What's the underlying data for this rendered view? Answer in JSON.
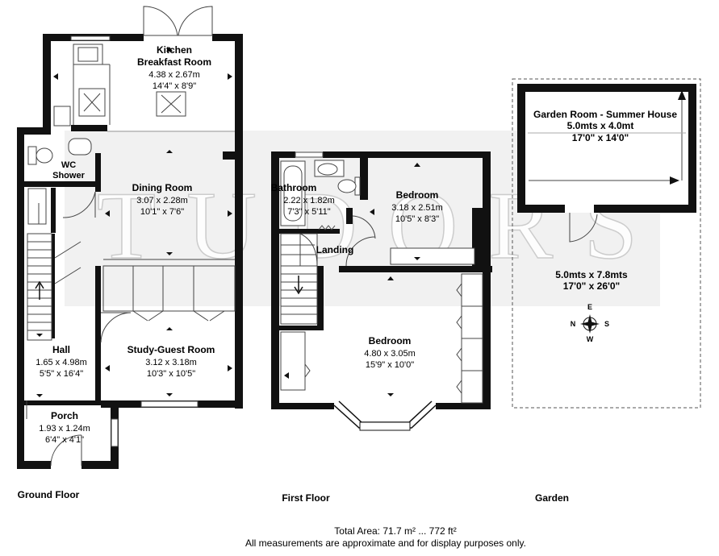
{
  "watermark": "TUDORS",
  "ground_floor": {
    "label": "Ground Floor",
    "rooms": {
      "kitchen": {
        "name": "Kitchen",
        "name2": "Breakfast Room",
        "metric": "4.38 x 2.67m",
        "imperial": "14'4\" x 8'9\""
      },
      "wc": {
        "name": "WC",
        "name2": "Shower"
      },
      "dining": {
        "name": "Dining Room",
        "metric": "3.07 x 2.28m",
        "imperial": "10'1\" x 7'6\""
      },
      "study": {
        "name": "Study-Guest Room",
        "metric": "3.12 x 3.18m",
        "imperial": "10'3\" x 10'5\""
      },
      "hall": {
        "name": "Hall",
        "metric": "1.65 x 4.98m",
        "imperial": "5'5\" x 16'4\""
      },
      "porch": {
        "name": "Porch",
        "metric": "1.93 x 1.24m",
        "imperial": "6'4\" x 4'1\""
      }
    }
  },
  "first_floor": {
    "label": "First Floor",
    "rooms": {
      "bathroom": {
        "name": "Bathroom",
        "metric": "2.22 x 1.82m",
        "imperial": "7'3\" x 5'11\""
      },
      "bedroom2": {
        "name": "Bedroom",
        "metric": "3.18 x 2.51m",
        "imperial": "10'5\" x 8'3\""
      },
      "landing": {
        "name": "Landing"
      },
      "bedroom1": {
        "name": "Bedroom",
        "metric": "4.80 x 3.05m",
        "imperial": "15'9\" x 10'0\""
      }
    }
  },
  "garden": {
    "label": "Garden",
    "summer_house": {
      "name": "Garden Room - Summer House",
      "metric": "5.0mts x 4.0mt",
      "imperial": "17'0\" x 14'0\""
    },
    "area": {
      "metric": "5.0mts x 7.8mts",
      "imperial": "17'0\" x 26'0\""
    },
    "compass": {
      "n": "N",
      "e": "E",
      "s": "S",
      "w": "W"
    }
  },
  "footer": {
    "total_area": "Total Area: 71.7 m² ... 772 ft²",
    "disclaimer": "All measurements are approximate and for display purposes only."
  }
}
